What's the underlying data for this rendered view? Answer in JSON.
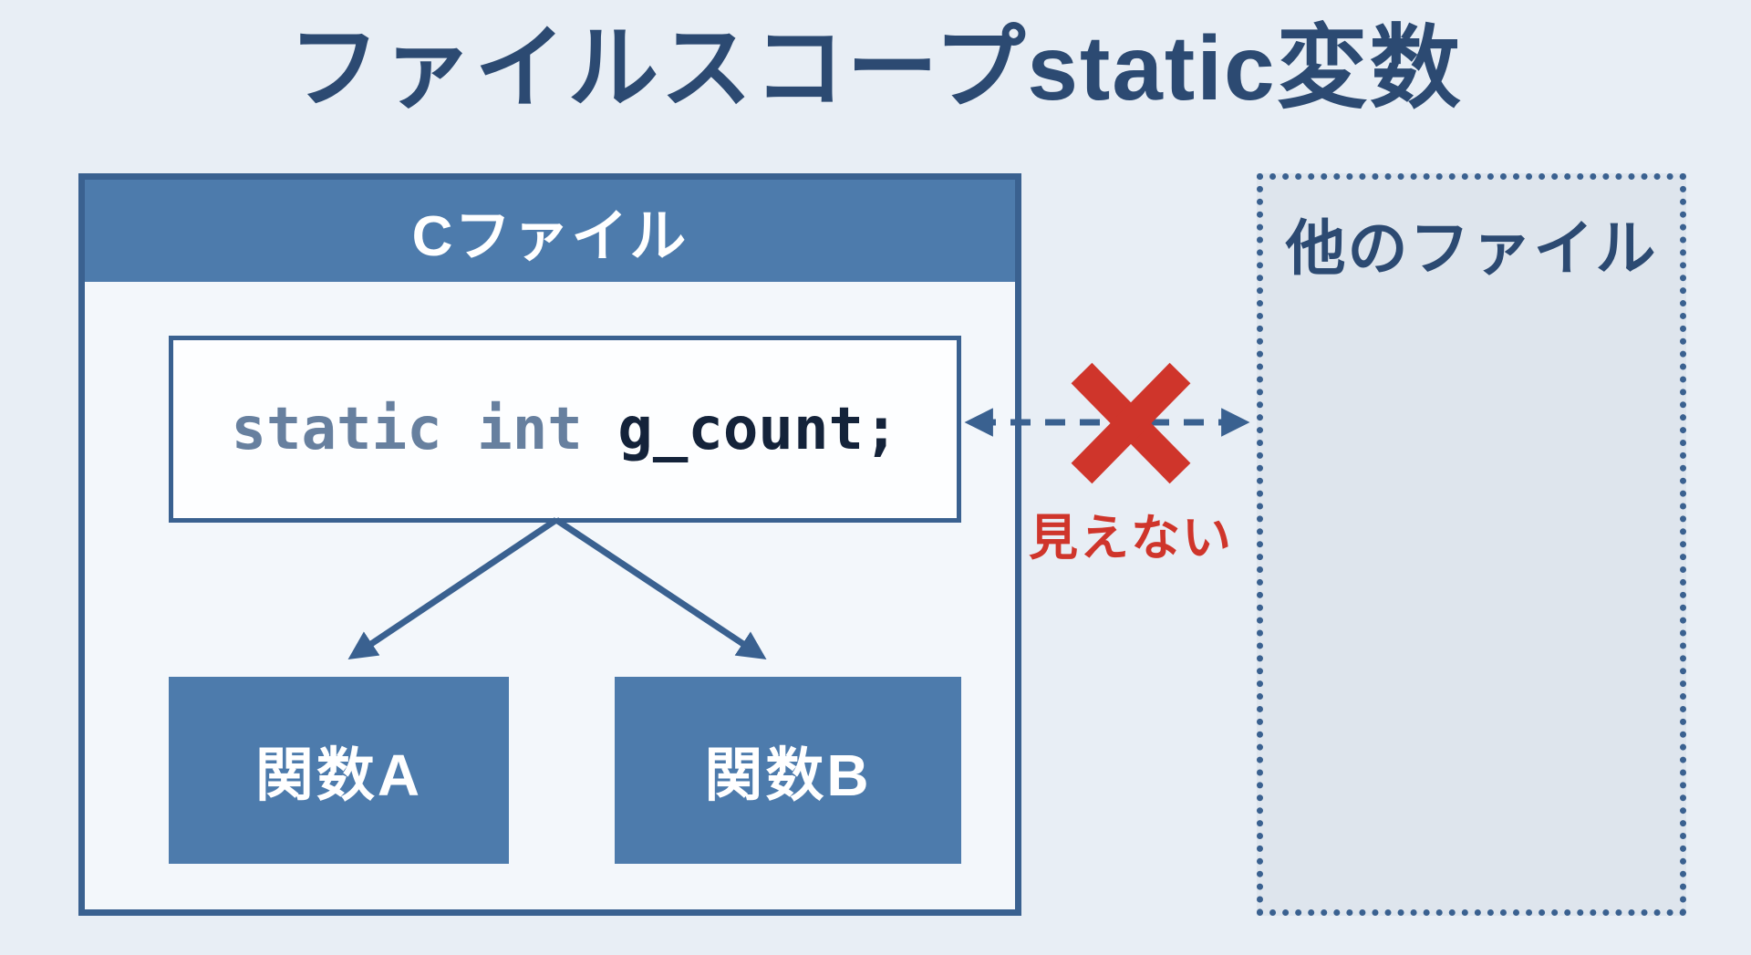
{
  "title": "ファイルスコープstatic変数",
  "c_file": {
    "header": "Cファイル",
    "code": {
      "keyword": "static int ",
      "identifier": "g_count;"
    },
    "functions": [
      {
        "label": "関数A"
      },
      {
        "label": "関数B"
      }
    ]
  },
  "other_file": {
    "header": "他のファイル"
  },
  "visibility": {
    "label": "見えない"
  },
  "colors": {
    "background": "#e8eef5",
    "accent_border": "#3a6190",
    "box_fill": "#4d7bac",
    "title_text": "#2c4a72",
    "code_keyword": "#67809f",
    "code_identifier": "#14233a",
    "error_red": "#cf352b",
    "other_file_fill": "#dee5ed"
  }
}
